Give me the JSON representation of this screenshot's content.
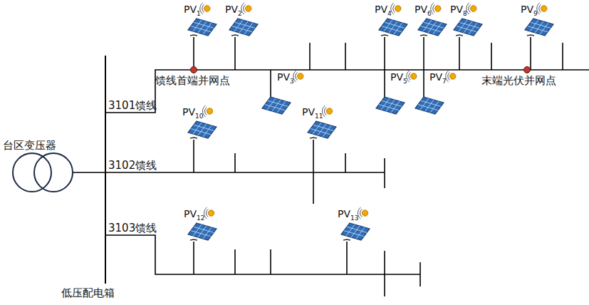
{
  "diagram": {
    "nodes": [
      {
        "text": [
          "台区变压器"
        ]
      }
    ],
    "labels": [
      "PV1",
      "PV2",
      "PV4",
      "PV6",
      "PV8",
      "PV9",
      "馈线首端并网点",
      "PV3",
      "PV5",
      "PV7",
      "末端光伏并网点",
      "3101馈线",
      "PV10",
      "PV11",
      "3102馈线",
      "PV12",
      "PV13",
      "3103馈线",
      "低压配电箱"
    ]
  }
}
